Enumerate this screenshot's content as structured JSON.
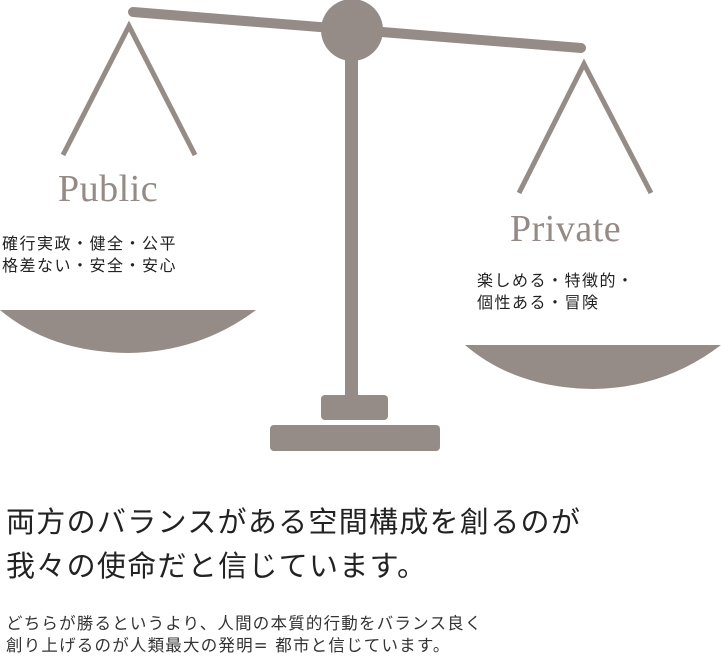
{
  "colors": {
    "scale": "#958b87",
    "label": "#948a86",
    "text": "#222222"
  },
  "scale": {
    "icon": "balance-scale-icon",
    "left_pan": {
      "title": "Public",
      "lines": [
        "確行実政・健全・公平",
        "格差ない・安全・安心"
      ]
    },
    "right_pan": {
      "title": "Private",
      "lines": [
        "楽しめる・特徴的・",
        "個性ある・冒険"
      ]
    }
  },
  "headline": {
    "lines": [
      "両方のバランスがある空間構成を創るのが",
      "我々の使命だと信じています。"
    ]
  },
  "body": {
    "lines": [
      "どちらが勝るというより、人間の本質的行動をバランス良く",
      "創り上げるのが人類最大の発明= 都市と信じています。"
    ]
  }
}
